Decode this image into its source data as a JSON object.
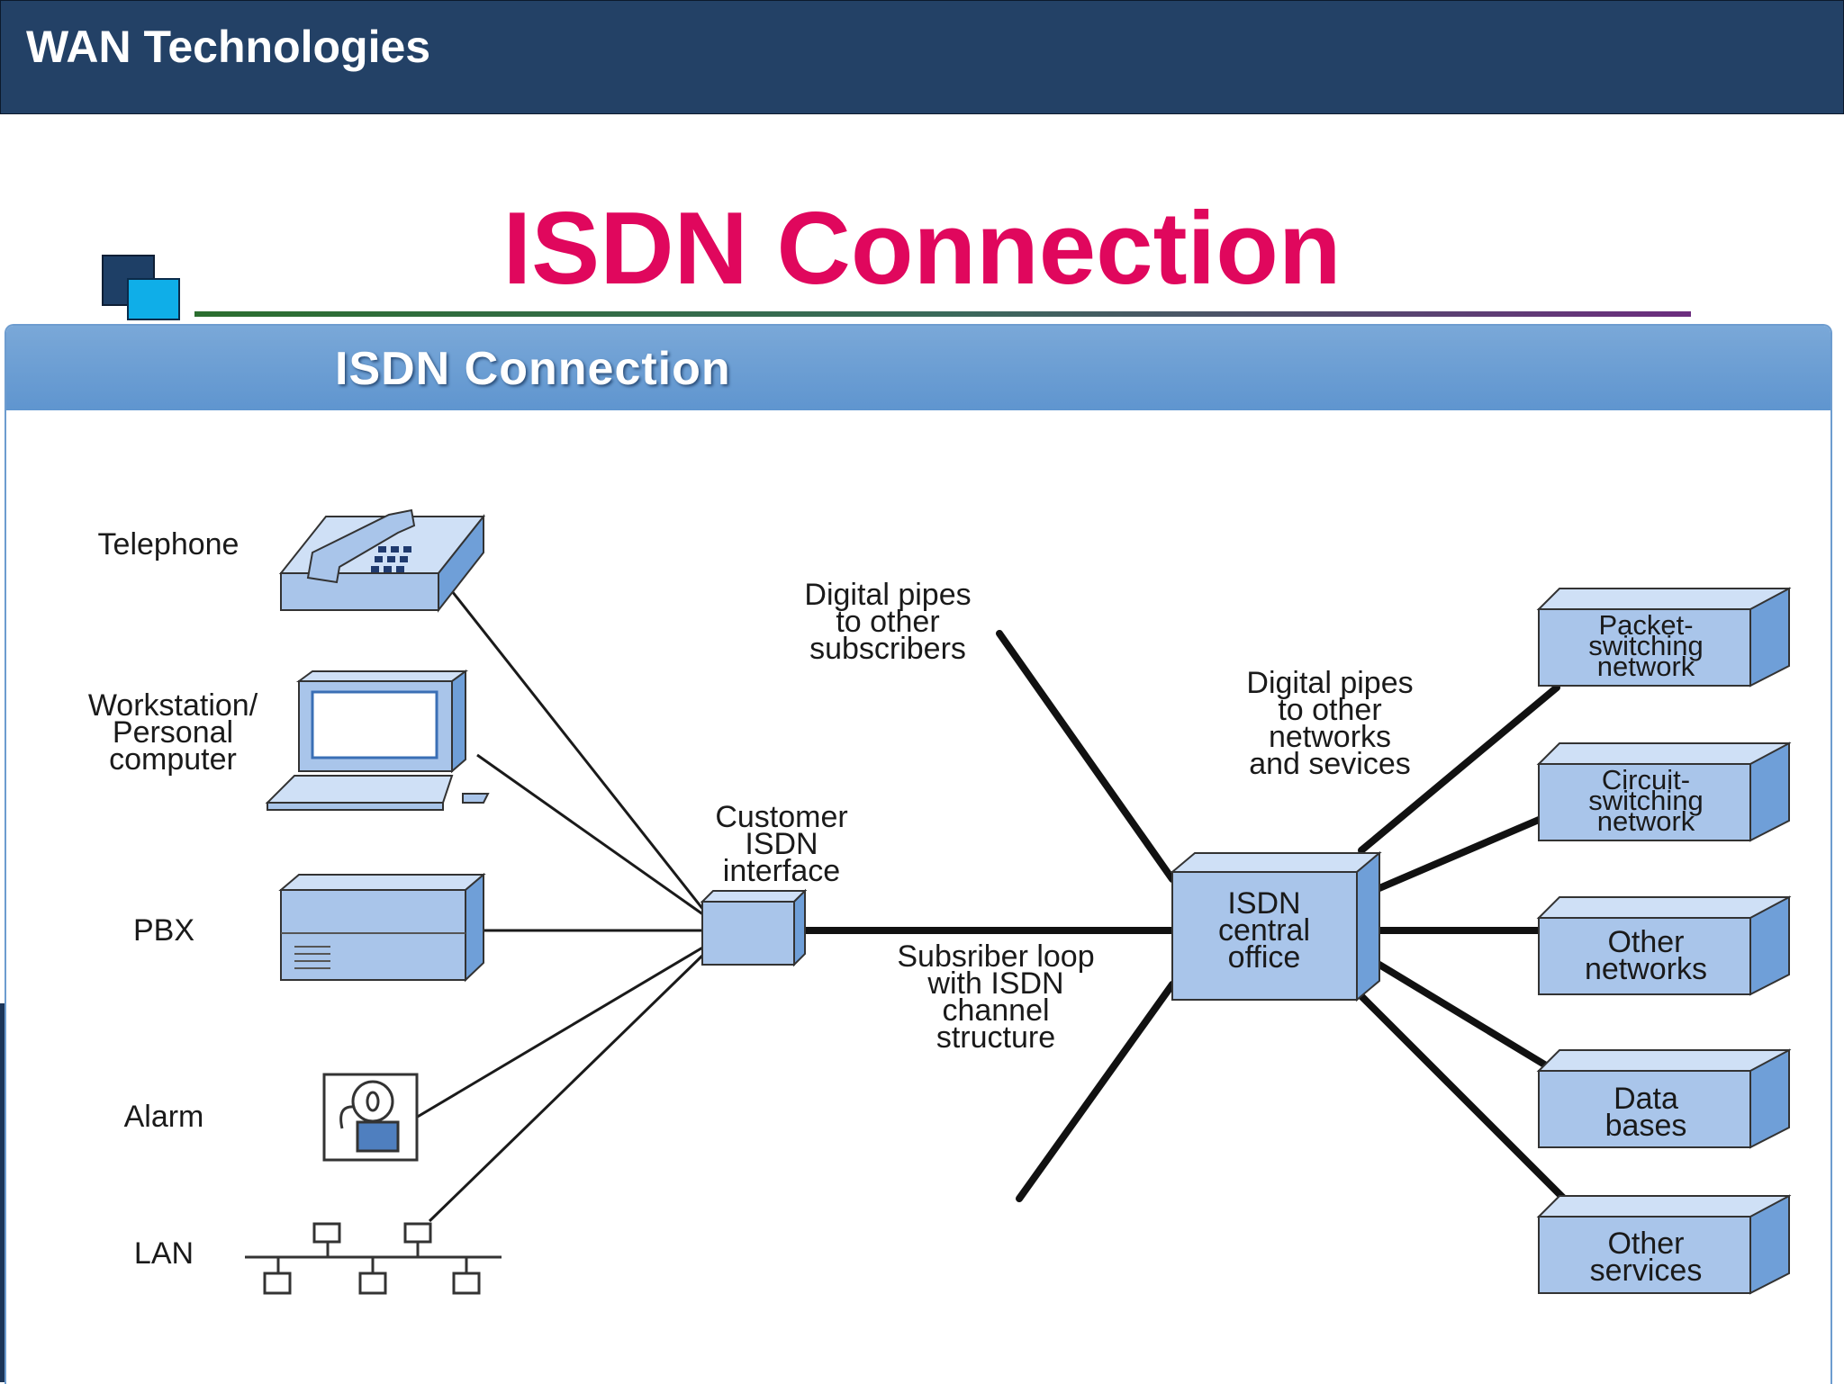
{
  "header": {
    "title": "WAN Technologies"
  },
  "slide": {
    "title": "ISDN Connection"
  },
  "diagram": {
    "panel_title": "ISDN Connection",
    "devices": {
      "telephone": "Telephone",
      "workstation": [
        "Workstation/",
        "Personal",
        "computer"
      ],
      "pbx": "PBX",
      "alarm": "Alarm",
      "lan": "LAN"
    },
    "interface_label": [
      "Customer",
      "ISDN",
      "interface"
    ],
    "pipes_subscribers": [
      "Digital pipes",
      "to other",
      "subscribers"
    ],
    "pipes_networks": [
      "Digital pipes",
      "to other",
      "networks",
      "and sevices"
    ],
    "subscriber_loop": [
      "Subsriber loop",
      "with ISDN",
      "channel",
      "structure"
    ],
    "central_office": [
      "ISDN",
      "central",
      "office"
    ],
    "services": {
      "packet": [
        "Packet-",
        "switching",
        "network"
      ],
      "circuit": [
        "Circuit-",
        "switching",
        "network"
      ],
      "other_networks": [
        "Other",
        "networks"
      ],
      "databases": [
        "Data",
        "bases"
      ],
      "other_services": [
        "Other",
        "services"
      ]
    }
  },
  "colors": {
    "header_bg": "#234166",
    "title": "#e0075d",
    "box_face": "#a9c5ea",
    "box_side": "#6f9fd8",
    "box_top": "#cfe0f6",
    "panel_header": "#6a9fd4"
  }
}
